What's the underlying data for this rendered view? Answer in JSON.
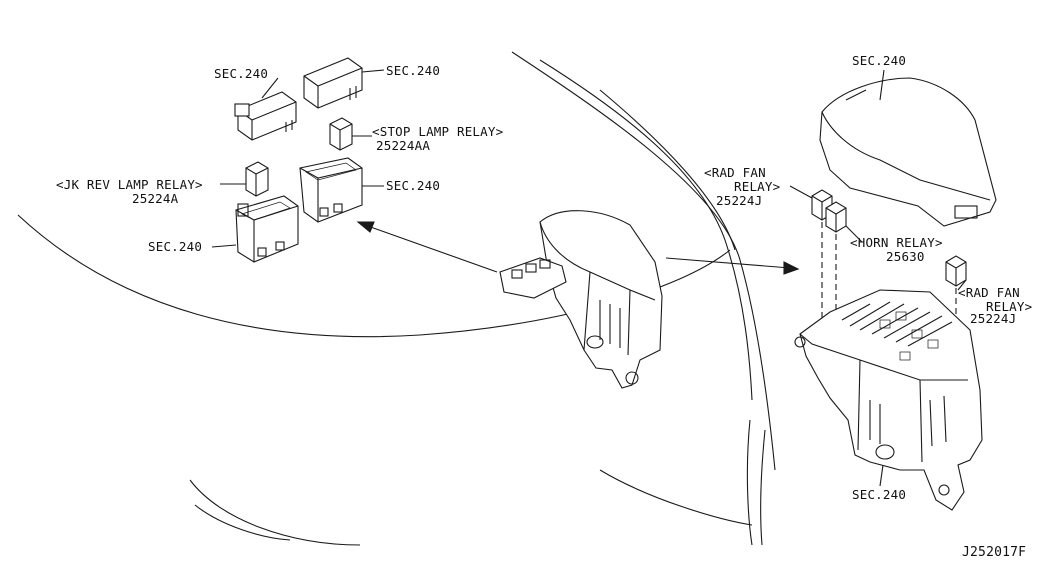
{
  "labels": {
    "sec240_tl": "SEC.240",
    "sec240_tc": "SEC.240",
    "stop_lamp_relay": "<STOP LAMP RELAY>",
    "stop_lamp_relay_part": "25224AA",
    "jk_rev_lamp_relay": "<JK REV LAMP RELAY>",
    "jk_rev_lamp_relay_part": "25224A",
    "sec240_mid": "SEC.240",
    "sec240_bl": "SEC.240",
    "sec240_tr": "SEC.240",
    "rad_fan_relay_1_l1": "<RAD FAN",
    "rad_fan_relay_1_l2": "RELAY>",
    "rad_fan_relay_1_part": "25224J",
    "horn_relay": "<HORN RELAY>",
    "horn_relay_part": "25630",
    "rad_fan_relay_2_l1": "<RAD FAN",
    "rad_fan_relay_2_l2": "RELAY>",
    "rad_fan_relay_2_part": "25224J",
    "sec240_br": "SEC.240",
    "diagram_code": "J252017F"
  },
  "colors": {
    "line": "#1a1a1a",
    "background": "#ffffff"
  }
}
